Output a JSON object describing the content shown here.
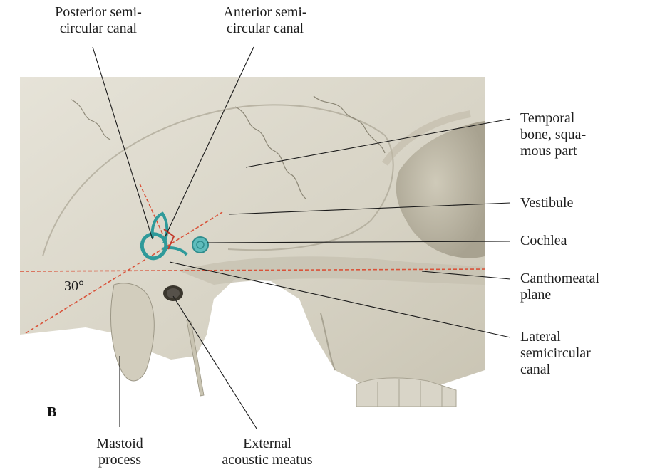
{
  "figure": {
    "panel_letter": "B",
    "angle_label": "30°"
  },
  "labels": {
    "posterior_canal": [
      "Posterior semi-",
      "circular canal"
    ],
    "anterior_canal": [
      "Anterior semi-",
      "circular canal"
    ],
    "temporal_bone": [
      "Temporal",
      "bone, squa-",
      "mous part"
    ],
    "vestibule": [
      "Vestibule"
    ],
    "cochlea": [
      "Cochlea"
    ],
    "canthomeatal": [
      "Canthomeatal",
      "plane"
    ],
    "lateral_canal": [
      "Lateral",
      "semicircular",
      "canal"
    ],
    "mastoid": [
      "Mastoid",
      "process"
    ],
    "external_meatus": [
      "External",
      "acoustic meatus"
    ]
  },
  "colors": {
    "bone": "#dcd9cd",
    "bone_shadow": "#b3ae9f",
    "labyrinth": "#3aa6a6",
    "reference_line": "#d9533a",
    "leader_line": "#1a1a1a"
  }
}
